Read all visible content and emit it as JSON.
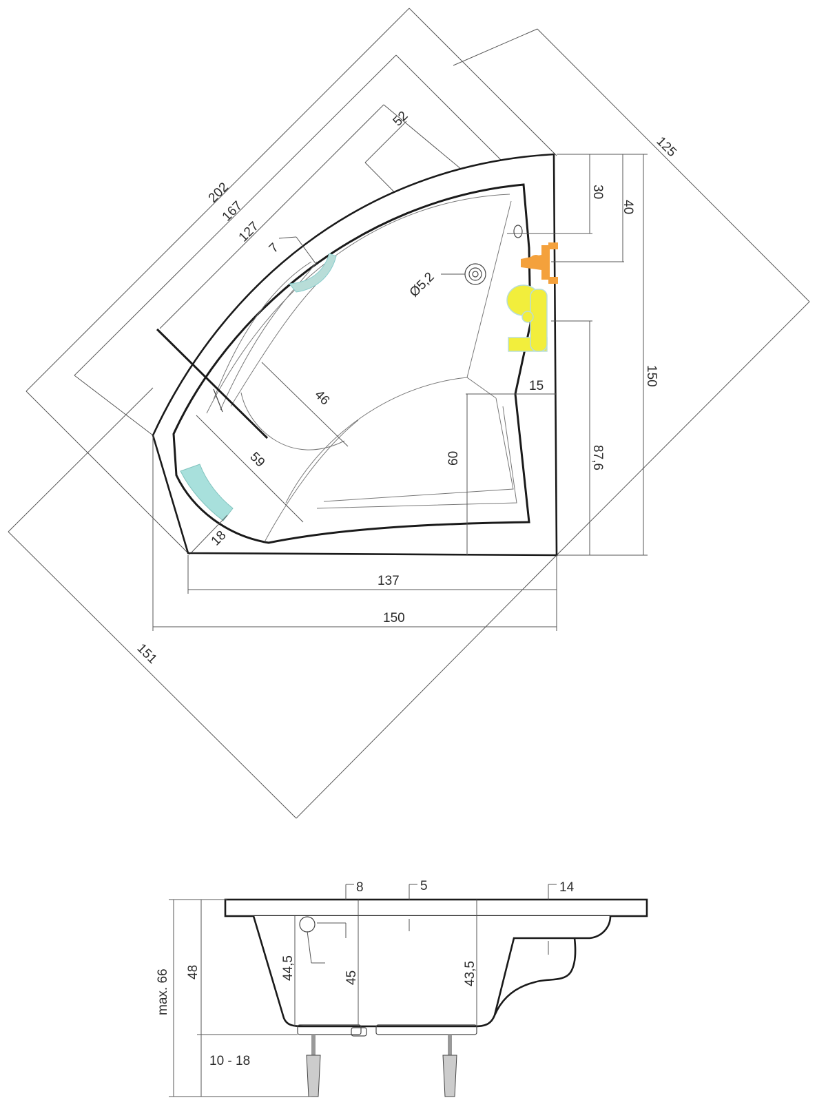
{
  "colors": {
    "line": "#1a1a1a",
    "dimension_line": "#555555",
    "pillow_teal": "#a8e0dc",
    "tap_orange": "#f4a13c",
    "mixer_yellow": "#f2ee3c",
    "hydro_accent": "#b8ddd8"
  },
  "top_view": {
    "diag_202": "202",
    "diag_167": "167",
    "diag_127": "127",
    "diag_52": "52",
    "diag_125": "125",
    "diag_151": "151",
    "dim_7": "7",
    "dim_46": "46",
    "dim_59": "59",
    "dim_18": "18",
    "dim_15": "15",
    "dim_60": "60",
    "dim_87_6": "87,6",
    "dim_30": "30",
    "dim_40": "40",
    "dim_150_right": "150",
    "drain": "Ø5,2",
    "width_137": "137",
    "width_150": "150"
  },
  "side_view": {
    "dim_8": "8",
    "dim_5": "5",
    "dim_14": "14",
    "max_66": "max. 66",
    "height_48": "48",
    "depth_44_5": "44,5",
    "depth_45": "45",
    "depth_43_5": "43,5",
    "legs_10_18": "10 - 18"
  },
  "icons": {
    "drain": "drain-icon",
    "pillow": "pillow-icon",
    "tap": "tap-icon",
    "mixer": "mixer-icon",
    "leg": "adjustable-leg-icon"
  }
}
